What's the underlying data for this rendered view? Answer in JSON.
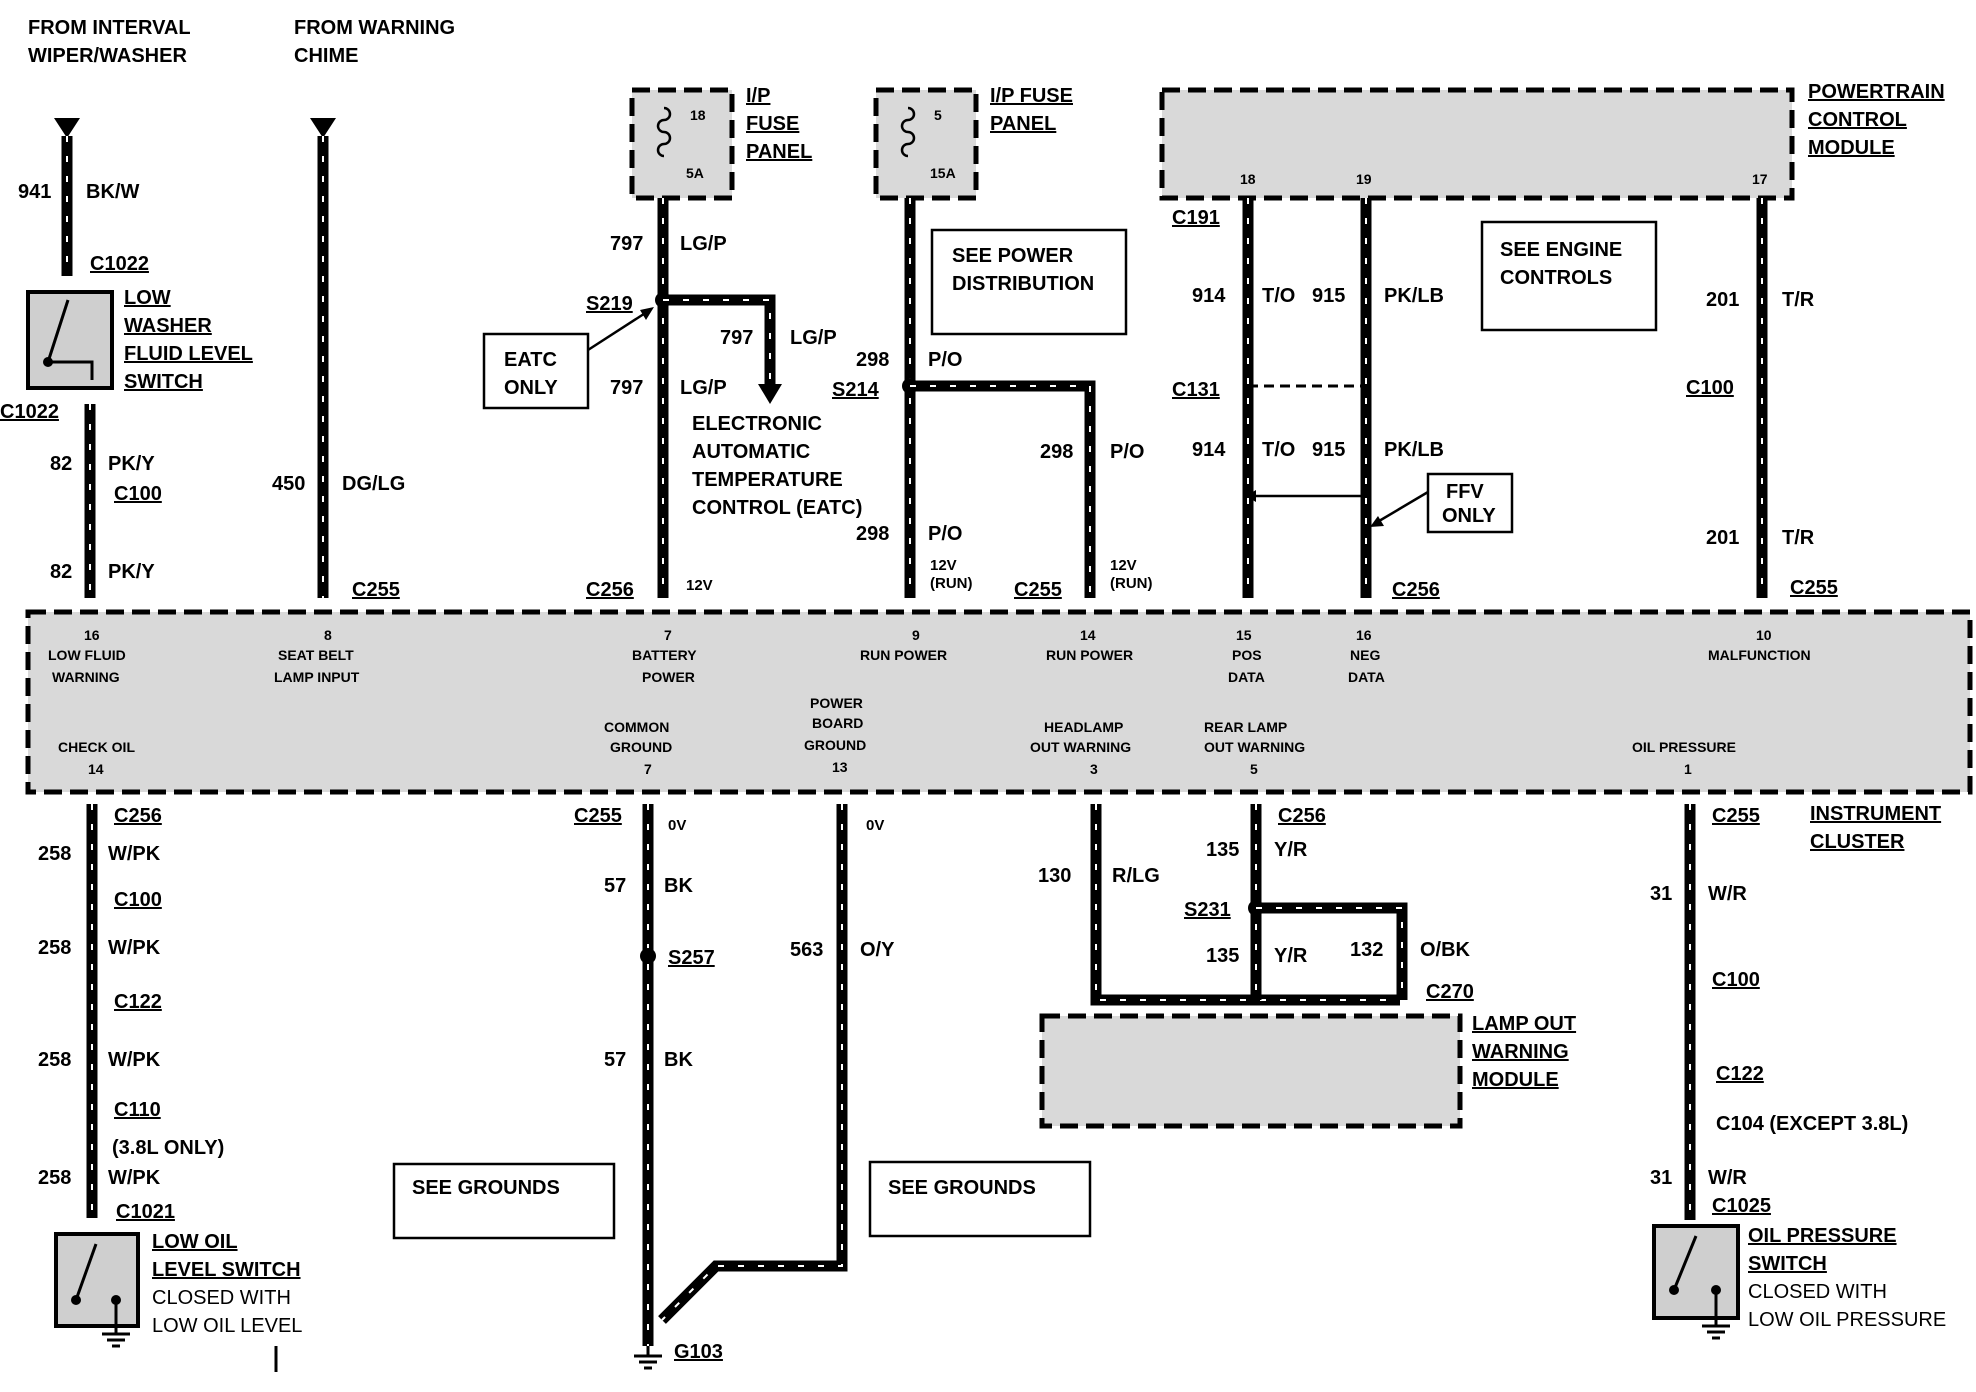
{
  "sources": {
    "interval_wiper_1": "FROM INTERVAL",
    "interval_wiper_2": "WIPER/WASHER",
    "warning_chime_1": "FROM WARNING",
    "warning_chime_2": "CHIME"
  },
  "fuse_panel_left": {
    "label_1": "I/P",
    "label_2": "FUSE",
    "label_3": "PANEL",
    "fuse_no": "18",
    "rating": "5A"
  },
  "fuse_panel_right": {
    "label_1": "I/P FUSE",
    "label_2": "PANEL",
    "fuse_no": "5",
    "rating": "15A"
  },
  "pcm": {
    "label_1": "POWERTRAIN",
    "label_2": "CONTROL",
    "label_3": "MODULE",
    "pin_a": "18",
    "pin_b": "19",
    "pin_c": "17"
  },
  "notes": {
    "see_power_1": "SEE POWER",
    "see_power_2": "DISTRIBUTION",
    "see_engine_1": "SEE ENGINE",
    "see_engine_2": "CONTROLS",
    "eatc_only_1": "EATC",
    "eatc_only_2": "ONLY",
    "ffv_only_1": "FFV",
    "ffv_only_2": "ONLY",
    "see_grounds_left": "SEE GROUNDS",
    "see_grounds_right": "SEE GROUNDS",
    "eatc_1": "ELECTRONIC",
    "eatc_2": "AUTOMATIC",
    "eatc_3": "TEMPERATURE",
    "eatc_4": "CONTROL (EATC)"
  },
  "washer_switch": {
    "label_1": "LOW",
    "label_2": "WASHER",
    "label_3": "FLUID LEVEL",
    "label_4": "SWITCH"
  },
  "oil_level_switch": {
    "label_1": "LOW OIL",
    "label_2": "LEVEL SWITCH",
    "label_3": "CLOSED WITH",
    "label_4": "LOW OIL LEVEL"
  },
  "oil_pressure_switch": {
    "label_1": "OIL PRESSURE",
    "label_2": "SWITCH",
    "label_3": "CLOSED WITH",
    "label_4": "LOW OIL PRESSURE"
  },
  "lamp_out_module": {
    "label_1": "LAMP OUT",
    "label_2": "WARNING",
    "label_3": "MODULE"
  },
  "instrument_cluster": {
    "label_1": "INSTRUMENT",
    "label_2": "CLUSTER"
  },
  "connectors": {
    "c1022": "C1022",
    "c100": "C100",
    "c255": "C255",
    "c256": "C256",
    "c191": "C191",
    "c131": "C131",
    "c122": "C122",
    "c110": "C110",
    "c1021": "C1021",
    "c104": "C104 (EXCEPT 3.8L)",
    "c1025": "C1025",
    "c270": "C270",
    "s219": "S219",
    "s214": "S214",
    "s257": "S257",
    "s231": "S231",
    "g103": "G103",
    "only_38": "(3.8L ONLY)"
  },
  "wires": {
    "w941": "941",
    "c941": "BK/W",
    "w82": "82",
    "c82": "PK/Y",
    "w450": "450",
    "c450": "DG/LG",
    "w797": "797",
    "c797": "LG/P",
    "w298": "298",
    "c298": "P/O",
    "w914": "914",
    "c914": "T/O",
    "w915": "915",
    "c915": "PK/LB",
    "w201": "201",
    "c201": "T/R",
    "w258": "258",
    "c258": "W/PK",
    "w57": "57",
    "c57": "BK",
    "w563": "563",
    "c563": "O/Y",
    "w130": "130",
    "c130": "R/LG",
    "w135": "135",
    "c135": "Y/R",
    "w132": "132",
    "c132": "O/BK",
    "w31": "31",
    "c31": "W/R"
  },
  "voltage": {
    "v12": "12V",
    "v12run_1": "12V",
    "v12run_2": "(RUN)",
    "v0": "0V"
  },
  "cluster_pins_top": [
    {
      "pin": "16",
      "line1": "LOW FLUID",
      "line2": "WARNING"
    },
    {
      "pin": "8",
      "line1": "SEAT BELT",
      "line2": "LAMP INPUT"
    },
    {
      "pin": "7",
      "line1": "BATTERY",
      "line2": "POWER"
    },
    {
      "pin": "9",
      "line1": "RUN POWER",
      "line2": ""
    },
    {
      "pin": "14",
      "line1": "RUN POWER",
      "line2": ""
    },
    {
      "pin": "15",
      "line1": "POS",
      "line2": "DATA"
    },
    {
      "pin": "16",
      "line1": "NEG",
      "line2": "DATA"
    },
    {
      "pin": "10",
      "line1": "MALFUNCTION",
      "line2": ""
    }
  ],
  "cluster_pins_bottom": [
    {
      "pin": "14",
      "line1": "CHECK OIL",
      "line2": "",
      "line3": ""
    },
    {
      "pin": "7",
      "line1": "COMMON",
      "line2": "GROUND",
      "line3": ""
    },
    {
      "pin": "13",
      "line1": "POWER",
      "line2": "BOARD",
      "line3": "GROUND"
    },
    {
      "pin": "3",
      "line1": "HEADLAMP",
      "line2": "OUT WARNING",
      "line3": ""
    },
    {
      "pin": "5",
      "line1": "REAR LAMP",
      "line2": "OUT WARNING",
      "line3": ""
    },
    {
      "pin": "1",
      "line1": "OIL PRESSURE",
      "line2": "",
      "line3": ""
    }
  ]
}
